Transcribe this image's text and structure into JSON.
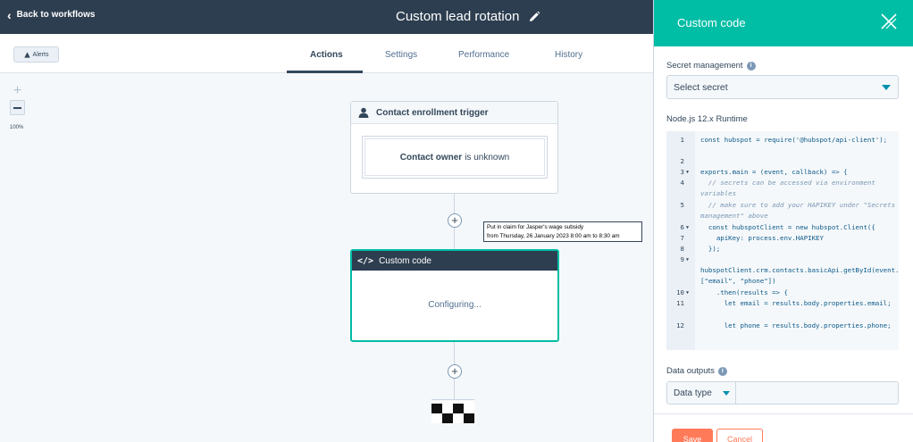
{
  "header": {
    "back_label": "Back to workflows",
    "workflow_title": "Custom lead rotation"
  },
  "toolbar": {
    "alerts_label": "Alerts"
  },
  "tabs": [
    {
      "label": "Actions",
      "active": true
    },
    {
      "label": "Settings",
      "active": false
    },
    {
      "label": "Performance",
      "active": false
    },
    {
      "label": "History",
      "active": false
    }
  ],
  "zoom": {
    "level": "100%"
  },
  "trigger": {
    "title": "Contact enrollment trigger",
    "filter_property": "Contact owner",
    "filter_condition": "is unknown"
  },
  "tooltip": {
    "line1": "Put in claim for Jasper's wage subsidy",
    "line2": "from Thursday, 26 January 2023 8:00 am to  8:30 am"
  },
  "action": {
    "title": "Custom code",
    "status": "Configuring..."
  },
  "panel": {
    "title": "Custom code",
    "secret_label": "Secret management",
    "secret_placeholder": "Select secret",
    "runtime_label": "Node.js 12.x Runtime",
    "code_lines": [
      {
        "num": "1",
        "fold": false,
        "comment": false,
        "text": "const hubspot = require('@hubspot/api-client');"
      },
      {
        "num": "2",
        "fold": false,
        "comment": false,
        "text": ""
      },
      {
        "num": "3",
        "fold": true,
        "comment": false,
        "text": "exports.main = (event, callback) => {"
      },
      {
        "num": "4",
        "fold": false,
        "comment": true,
        "text": "  // secrets can be accessed via environment variables"
      },
      {
        "num": "5",
        "fold": false,
        "comment": true,
        "text": "  // make sure to add your HAPIKEY under \"Secrets management\" above"
      },
      {
        "num": "6",
        "fold": true,
        "comment": false,
        "text": "  const hubspotClient = new hubspot.Client({"
      },
      {
        "num": "7",
        "fold": false,
        "comment": false,
        "text": "    apiKey: process.env.HAPIKEY"
      },
      {
        "num": "8",
        "fold": false,
        "comment": false,
        "text": "  });"
      },
      {
        "num": "9",
        "fold": true,
        "comment": false,
        "text": ""
      },
      {
        "num": "",
        "fold": false,
        "comment": false,
        "text": "hubspotClient.crm.contacts.basicApi.getById(event.object.objectId, [\"email\", \"phone\"])"
      },
      {
        "num": "10",
        "fold": true,
        "comment": false,
        "text": "    .then(results => {"
      },
      {
        "num": "11",
        "fold": false,
        "comment": false,
        "text": "      let email = results.body.properties.email;"
      },
      {
        "num": "12",
        "fold": false,
        "comment": false,
        "text": "      let phone = results.body.properties.phone;"
      }
    ],
    "outputs_label": "Data outputs",
    "data_type_label": "Data type",
    "save_label": "Save",
    "cancel_label": "Cancel"
  },
  "colors": {
    "header_bg": "#2d3e50",
    "accent_teal": "#00bda5",
    "primary_orange": "#ff7a59",
    "link_blue": "#0091ae"
  }
}
